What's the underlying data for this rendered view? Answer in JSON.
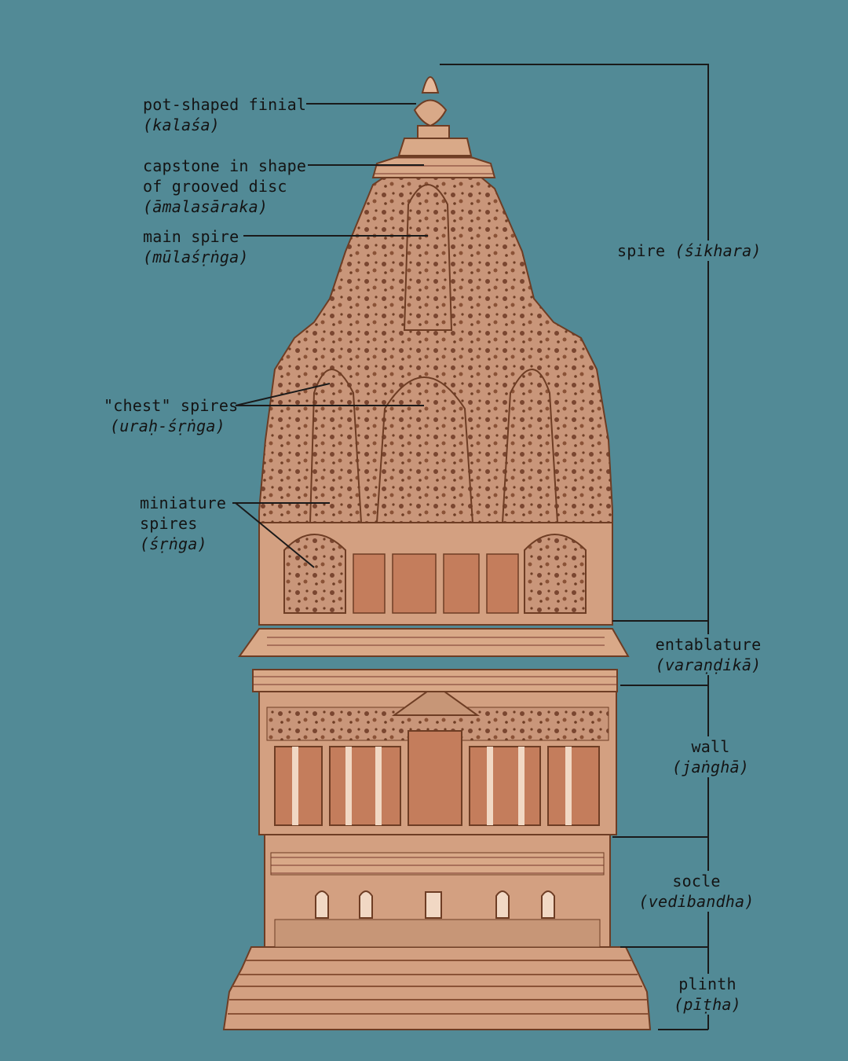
{
  "labels": {
    "finial": {
      "name": "pot-shaped finial",
      "term": "(kalaśa)"
    },
    "capstone": {
      "name_line1": "capstone in shape",
      "name_line2": "of grooved disc",
      "term": "(āmalasāraka)"
    },
    "main_spire": {
      "name": "main spire",
      "term": "(mūlaśṛṅga)"
    },
    "chest_spires": {
      "name": "\"chest\" spires",
      "term": "(uraḥ-śṛṅga)"
    },
    "miniature_spires": {
      "name_line1": "miniature",
      "name_line2": "spires",
      "term": "(śṛṅga)"
    },
    "spire": {
      "name": "spire",
      "term": "(śikhara)"
    },
    "entablature": {
      "name": "entablature",
      "term": "(varaṇḍikā)"
    },
    "wall": {
      "name": "wall",
      "term": "(jaṅghā)"
    },
    "socle": {
      "name": "socle",
      "term": "(vedibandha)"
    },
    "plinth": {
      "name": "plinth",
      "term": "(pīṭha)"
    }
  },
  "colors": {
    "background": "#528a96",
    "stone_light": "#d9a988",
    "stone_mid": "#c79677",
    "stone_dark": "#6e3d24",
    "line": "#1a1a1a"
  }
}
